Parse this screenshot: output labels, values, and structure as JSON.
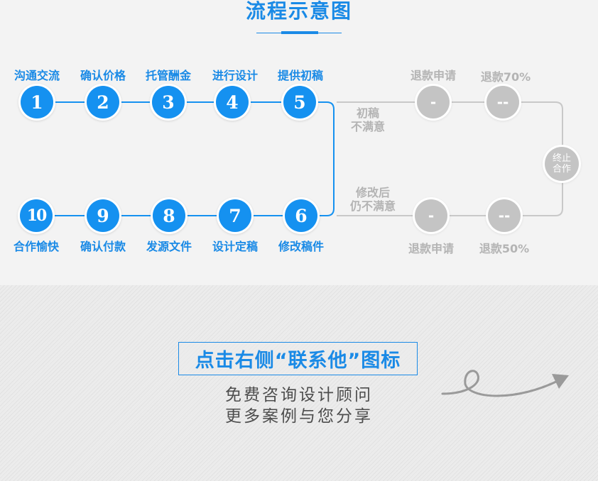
{
  "header": {
    "title": "流程示意图"
  },
  "flow": {
    "top_steps": [
      {
        "number": "1",
        "label": "沟通交流"
      },
      {
        "number": "2",
        "label": "确认价格"
      },
      {
        "number": "3",
        "label": "托管酬金"
      },
      {
        "number": "4",
        "label": "进行设计"
      },
      {
        "number": "5",
        "label": "提供初稿"
      }
    ],
    "bottom_steps": [
      {
        "number": "10",
        "label": "合作愉快"
      },
      {
        "number": "9",
        "label": "确认付款"
      },
      {
        "number": "8",
        "label": "发源文件"
      },
      {
        "number": "7",
        "label": "设计定稿"
      },
      {
        "number": "6",
        "label": "修改稿件"
      }
    ],
    "branch_top": {
      "note_line1": "初稿",
      "note_line2": "不满意",
      "nodes": [
        {
          "symbol": "-",
          "label": "退款申请"
        },
        {
          "symbol": "--",
          "label": "退款70%"
        }
      ]
    },
    "branch_bottom": {
      "note_line1": "修改后",
      "note_line2": "仍不满意",
      "nodes": [
        {
          "symbol": "-",
          "label": "退款申请"
        },
        {
          "symbol": "--",
          "label": "退款50%"
        }
      ]
    },
    "end_node": {
      "label": "终止\n合作"
    }
  },
  "cta": {
    "button_label": "点击右侧“联系他”图标",
    "line1": "免费咨询设计顾问",
    "line2": "更多案例与您分享"
  },
  "colors": {
    "accent": "#1591f0",
    "inactive": "#c4c4c4"
  }
}
